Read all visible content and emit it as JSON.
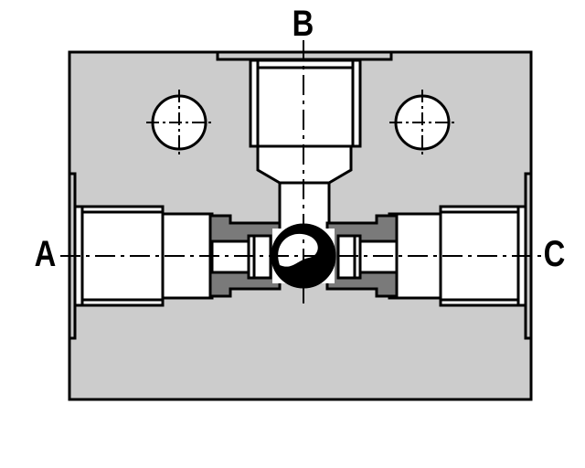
{
  "ports": {
    "a": "A",
    "b": "B",
    "c": "C"
  },
  "colors": {
    "body": "#cccccc",
    "seat_insert": "#7a7a7a",
    "bore": "#ffffff",
    "ball": "#000000",
    "line": "#000000"
  }
}
